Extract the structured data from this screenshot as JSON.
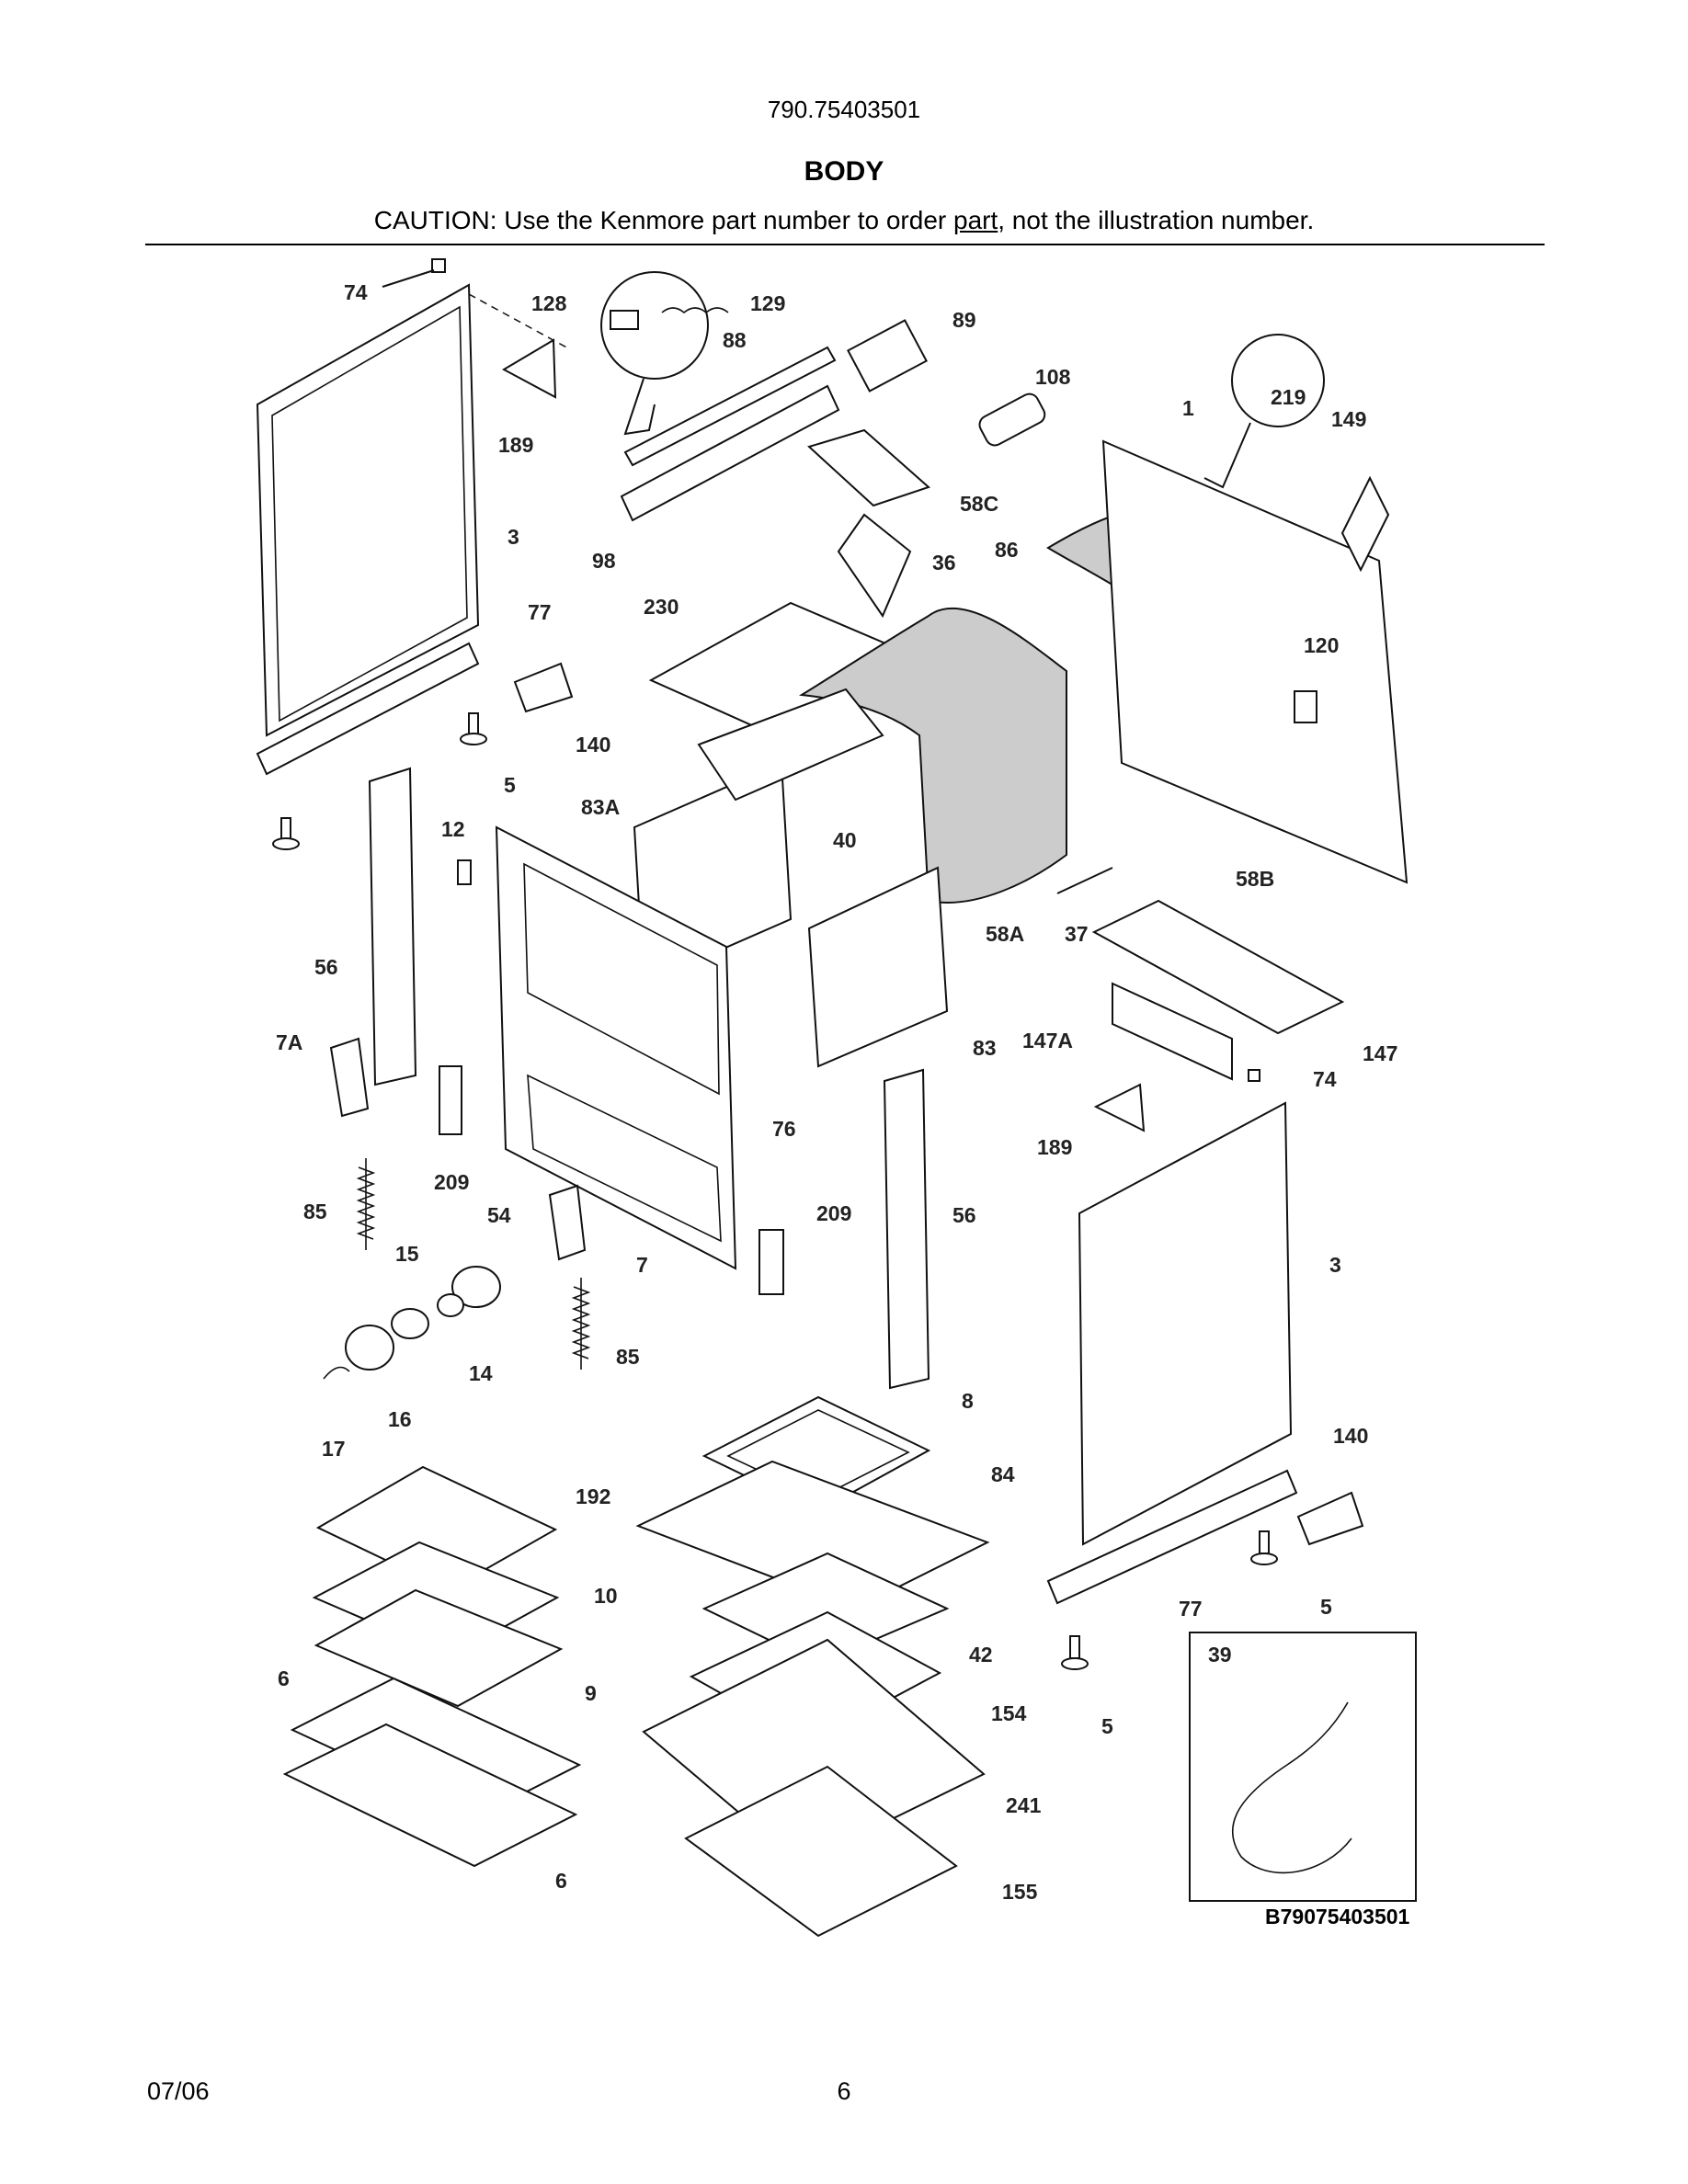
{
  "header": {
    "model_number": "790.75403501",
    "section_title": "BODY",
    "caution_prefix": "CAUTION: Use the Kenmore part number to order ",
    "caution_link": "part",
    "caution_suffix": ", not the illustration number."
  },
  "diagram": {
    "callouts": [
      "74",
      "128",
      "129",
      "88",
      "89",
      "108",
      "1",
      "219",
      "149",
      "189",
      "3",
      "98",
      "58C",
      "36",
      "86",
      "77",
      "230",
      "120",
      "140",
      "5",
      "83A",
      "12",
      "40",
      "58B",
      "56",
      "37",
      "58A",
      "147",
      "147A",
      "74",
      "7A",
      "83",
      "76",
      "209",
      "189",
      "85",
      "54",
      "209",
      "56",
      "3",
      "15",
      "7",
      "14",
      "85",
      "16",
      "17",
      "8",
      "84",
      "140",
      "192",
      "10",
      "5",
      "77",
      "42",
      "39",
      "9",
      "154",
      "6",
      "5",
      "241",
      "6",
      "155"
    ],
    "diagram_code": "B79075403501",
    "inset_callout": "39"
  },
  "footer": {
    "date": "07/06",
    "page": "6"
  }
}
